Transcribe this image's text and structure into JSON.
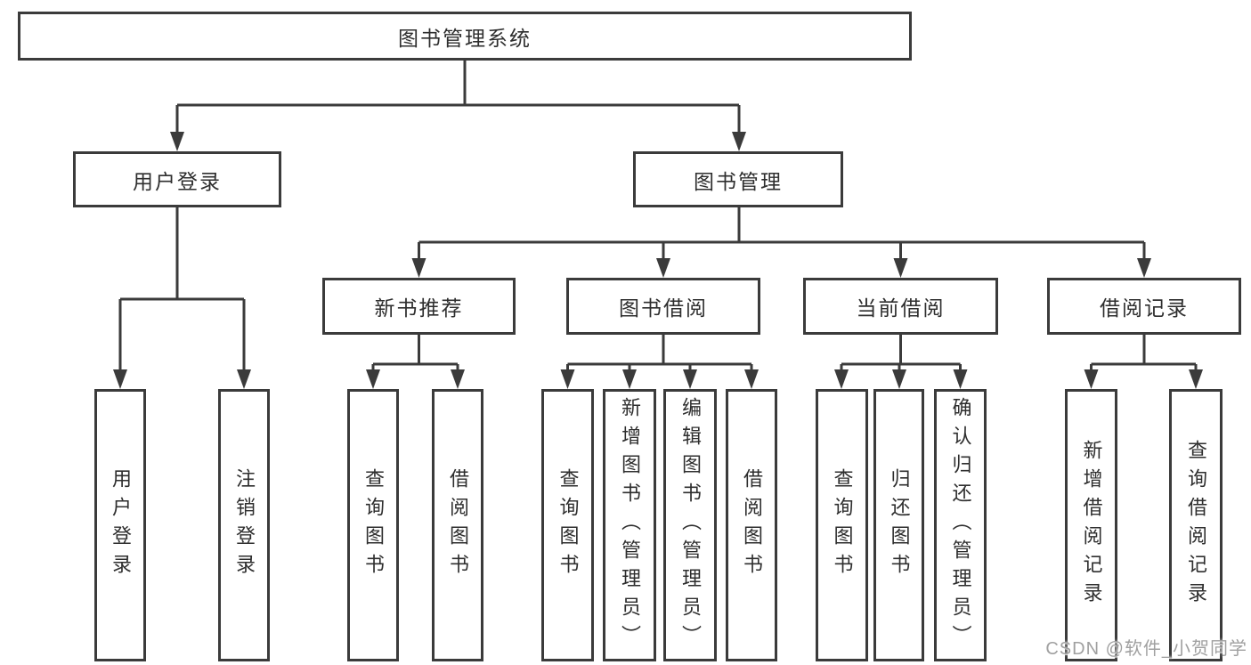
{
  "colors": {
    "line": "#3b3b3b",
    "box_border": "#3b3b3b",
    "box_fill": "#ffffff",
    "text": "#2e2e2e",
    "watermark": "#a0a0a0",
    "background": "#ffffff"
  },
  "watermark": "CSDN @软件_小贺同学",
  "tree": {
    "root": "图书管理系统",
    "user_branch": {
      "label": "用户登录",
      "leaves": [
        "用户登录",
        "注销登录"
      ]
    },
    "book_branch": {
      "label": "图书管理",
      "groups": [
        {
          "label": "新书推荐",
          "leaves": [
            "查询图书",
            "借阅图书"
          ]
        },
        {
          "label": "图书借阅",
          "leaves": [
            "查询图书",
            "新增图书（管理员）",
            "编辑图书（管理员）",
            "借阅图书"
          ]
        },
        {
          "label": "当前借阅",
          "leaves": [
            "查询图书",
            "归还图书",
            "确认归还（管理员）"
          ]
        },
        {
          "label": "借阅记录",
          "leaves": [
            "新增借阅记录",
            "查询借阅记录"
          ]
        }
      ]
    }
  }
}
